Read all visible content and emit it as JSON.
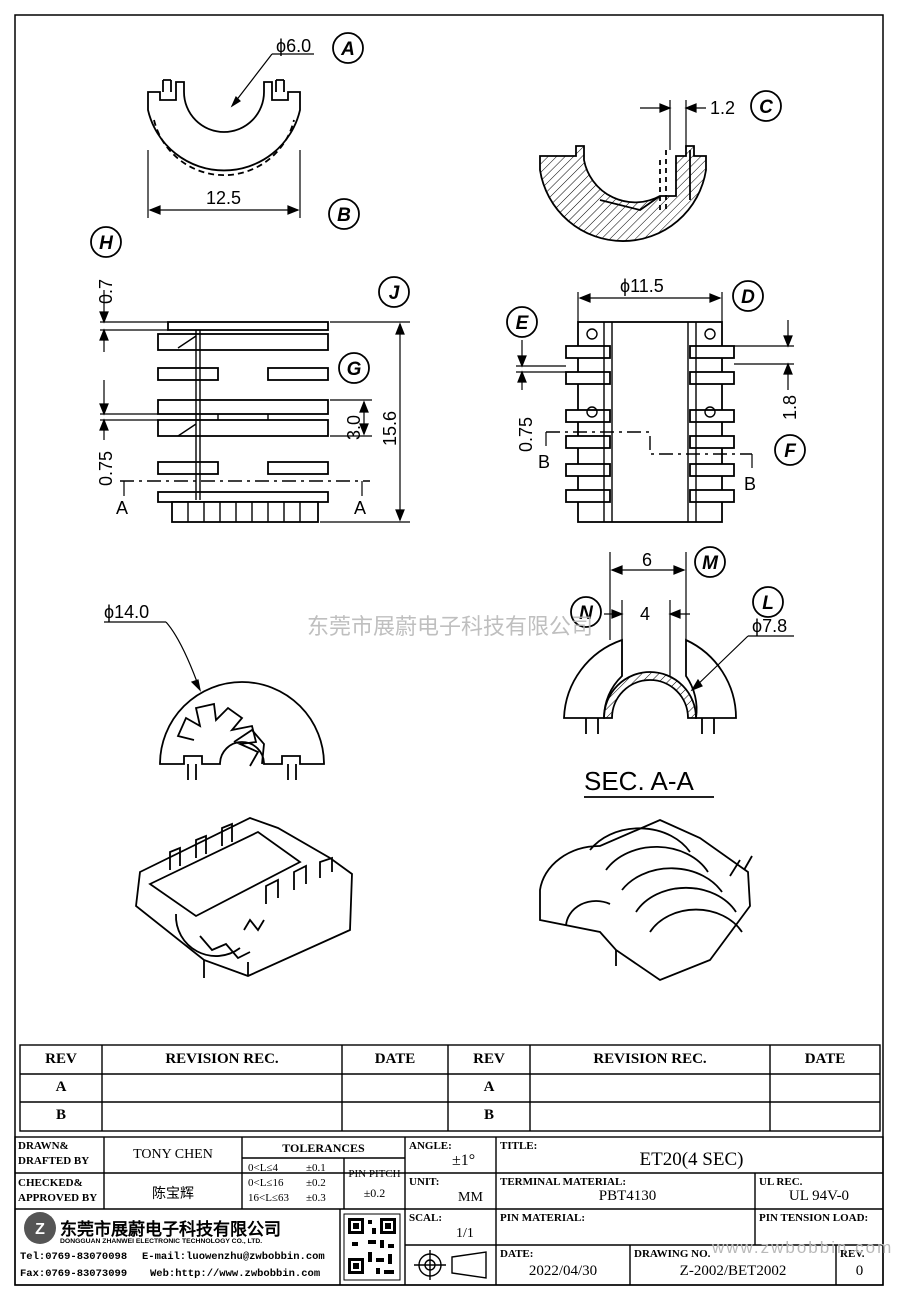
{
  "watermark": "东莞市展蔚电子科技有限公司",
  "watermark_url": "www.zwbobbin.com",
  "callouts": [
    "A",
    "B",
    "C",
    "D",
    "E",
    "F",
    "G",
    "H",
    "J",
    "L",
    "M",
    "N"
  ],
  "dimensions": {
    "d6": "ϕ6.0",
    "w125": "12.5",
    "t12": "1.2",
    "d115": "ϕ11.5",
    "h07": "0.7",
    "h075a": "0.75",
    "h30": "3.0",
    "h156": "15.6",
    "h075b": "0.75",
    "h18": "1.8",
    "d140": "ϕ14.0",
    "w6": "6",
    "w4": "4",
    "d78": "ϕ7.8"
  },
  "section_marks": {
    "a": "A",
    "b": "B"
  },
  "section_title": "SEC. A-A",
  "revision_table": {
    "headers": [
      "REV",
      "REVISION REC.",
      "DATE",
      "REV",
      "REVISION REC.",
      "DATE"
    ],
    "rows": [
      [
        "A",
        "",
        "",
        "A",
        "",
        ""
      ],
      [
        "B",
        "",
        "",
        "B",
        "",
        ""
      ]
    ]
  },
  "title_block": {
    "drawn_label_1": "DRAWN&",
    "drawn_label_2": "DRAFTED BY",
    "drawn_by": "TONY CHEN",
    "checked_label_1": "CHECKED&",
    "checked_label_2": "APPROVED BY",
    "checked_by": "陈宝辉",
    "tolerances_label": "TOLERANCES",
    "tol_rows": [
      {
        "range": "0<L≤4",
        "tol": "±0.1"
      },
      {
        "range": "0<L≤16",
        "tol": "±0.2"
      },
      {
        "range": "16<L≤63",
        "tol": "±0.3"
      }
    ],
    "pin_pitch_label": "PIN PITCH",
    "pin_pitch_value": "±0.2",
    "angle_label": "ANGLE:",
    "angle_value": "±1°",
    "unit_label": "UNIT:",
    "unit_value": "MM",
    "scale_label": "SCAL:",
    "scale_value": "1/1",
    "title_label": "TITLE:",
    "title_value": "ET20(4 SEC)",
    "terminal_label": "TERMINAL MATERIAL:",
    "terminal_value": "PBT4130",
    "ul_label": "UL REC.",
    "ul_value": "UL 94V-0",
    "pin_material_label": "PIN MATERIAL:",
    "pin_material_value": "",
    "pin_tension_label": "PIN TENSION LOAD:",
    "pin_tension_value": "",
    "date_label": "DATE:",
    "date_value": "2022/04/30",
    "drawing_label": "DRAWING NO.",
    "drawing_value": "Z-2002/BET2002",
    "rev_label": "REV.",
    "rev_value": "0",
    "company_cn": "东莞市展蔚电子科技有限公司",
    "company_en": "DONGGUAN ZHANWEI ELECTRONIC TECHNOLOGY CO., LTD.",
    "tel": "Tel:0769-83070098",
    "email": "E-mail:luowenzhu@zwbobbin.com",
    "fax": "Fax:0769-83073099",
    "web": "Web:http://www.zwbobbin.com"
  }
}
